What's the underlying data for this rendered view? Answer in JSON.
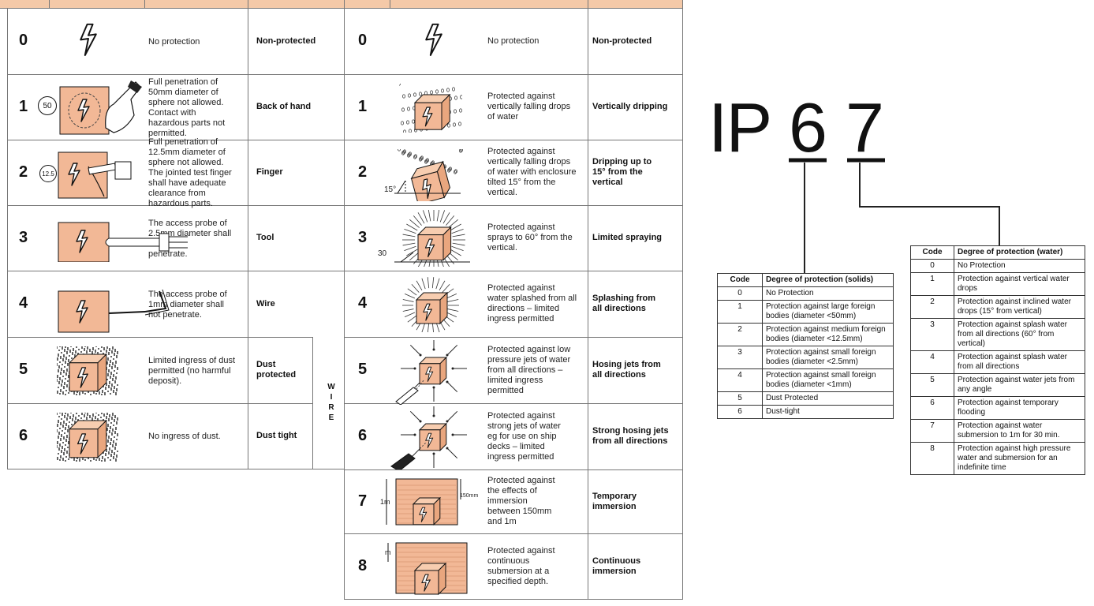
{
  "solids_rows": [
    {
      "num": "0",
      "text": "No protection",
      "label": "Non-protected"
    },
    {
      "num": "1",
      "badge": "50",
      "text": "Full penetration of\n50mm diameter of\nsphere not allowed.\nContact with\nhazardous parts not\npermitted.",
      "label": "Back of hand"
    },
    {
      "num": "2",
      "badge": "12.5",
      "text": "Full penetration of\n12.5mm diameter of\nsphere not allowed.\nThe jointed test finger\nshall have adequate\nclearance from\nhazardous parts.",
      "label": "Finger"
    },
    {
      "num": "3",
      "text": "The access probe of\n2.5mm diameter shall\n            not\n            penetrate.",
      "label": "Tool"
    },
    {
      "num": "4",
      "text": "The access probe of\n1mm diameter shall\n      not penetrate.",
      "label": "Wire"
    },
    {
      "num": "5",
      "text": "Limited ingress of dust\npermitted (no harmful\ndeposit).",
      "label": "Dust\nprotected"
    },
    {
      "num": "6",
      "text": "No ingress of dust.",
      "label": "Dust tight"
    }
  ],
  "wire_letters": [
    "W",
    "I",
    "R",
    "E"
  ],
  "water_rows": [
    {
      "num": "0",
      "text": "No protection",
      "label": "Non-protected"
    },
    {
      "num": "1",
      "text": "Protected against\nvertically falling drops\nof water",
      "label": "Vertically dripping"
    },
    {
      "num": "2",
      "angle": "15°",
      "text": "Protected against\nvertically falling drops\nof water with enclosure\ntilted 15° from the\nvertical.",
      "label": "Dripping up to\n15° from the\nvertical"
    },
    {
      "num": "3",
      "angle": "30",
      "text": "Protected against\nsprays to 60° from the\nvertical.",
      "label": "Limited spraying"
    },
    {
      "num": "4",
      "text": "Protected against\nwater splashed from all\ndirections – limited\ningress permitted",
      "label": "Splashing from\nall directions"
    },
    {
      "num": "5",
      "text": "Protected against low\npressure jets of water\nfrom all directions –\nlimited ingress\npermitted",
      "label": "Hosing jets from\nall directions"
    },
    {
      "num": "6",
      "text": "Protected against\nstrong jets of water\neg for use on ship\ndecks – limited\ningress permitted",
      "label": "Strong hosing jets\nfrom all directions"
    },
    {
      "num": "7",
      "dim1": "1m",
      "dim2": "150mm",
      "text": "Protected against\nthe effects of\nimmersion\nbetween 150mm\nand 1m",
      "label": "Temporary\nimmersion"
    },
    {
      "num": "8",
      "dim1": "m",
      "text": "Protected against\ncontinuous\nsubmersion at a\nspecified depth.",
      "label": "Continuous\nimmersion"
    }
  ],
  "ip_code": {
    "prefix": "IP",
    "solid_digit": "6",
    "water_digit": "7"
  },
  "solids_table": {
    "headers": [
      "Code",
      "Degree of protection (solids)"
    ],
    "rows": [
      [
        "0",
        "No Protection"
      ],
      [
        "1",
        "Protection against large foreign\nbodies (diameter <50mm)"
      ],
      [
        "2",
        "Protection against medium foreign\nbodies (diameter <12.5mm)"
      ],
      [
        "3",
        "Protection against small foreign\nbodies (diameter <2.5mm)"
      ],
      [
        "4",
        "Protection against small foreign\nbodies (diameter <1mm)"
      ],
      [
        "5",
        "Dust Protected"
      ],
      [
        "6",
        "Dust-tight"
      ]
    ]
  },
  "water_table": {
    "headers": [
      "Code",
      "Degree of protection (water)"
    ],
    "rows": [
      [
        "0",
        "No Protection"
      ],
      [
        "1",
        "Protection against vertical water\ndrops"
      ],
      [
        "2",
        "Protection against inclined water\ndrops (15° from vertical)"
      ],
      [
        "3",
        "Protection against splash water\nfrom all directions (60° from\nvertical)"
      ],
      [
        "4",
        "Protection against splash water\nfrom all directions"
      ],
      [
        "5",
        "Protection against water jets from\nany angle"
      ],
      [
        "6",
        "Protection against temporary\nflooding"
      ],
      [
        "7",
        "Protection against water\nsubmersion to 1m for 30 min."
      ],
      [
        "8",
        "Protection against high pressure\nwater and submersion for an\nindefinite time"
      ]
    ]
  },
  "colors": {
    "header_fill": "#f4c9a8",
    "box_fill": "#f2b896",
    "line": "#777777"
  },
  "icons": [
    "lightning-bolt-icon",
    "hand-icon",
    "finger-probe-icon",
    "tool-probe-icon",
    "wire-probe-icon",
    "dust-box-icon",
    "drip-box-icon",
    "spray-box-icon",
    "jet-nozzle-icon",
    "immersion-tank-icon"
  ]
}
